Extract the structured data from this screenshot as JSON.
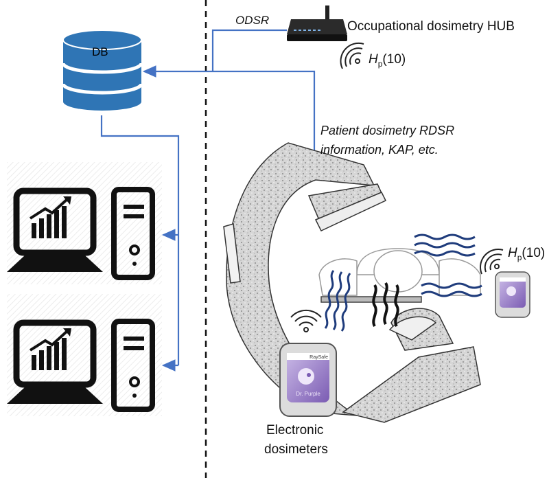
{
  "db": {
    "label": "DB"
  },
  "hub": {
    "label": "Occupational dosimetry HUB"
  },
  "odsr": {
    "label": "ODSR"
  },
  "rdsr": {
    "line1": "Patient dosimetry RDSR",
    "line2": "information, KAP, etc."
  },
  "hp_hub": {
    "h": "H",
    "sub": "p",
    "rest": "(10)"
  },
  "hp_staff": {
    "h": "H",
    "sub": "p",
    "rest": "(10)"
  },
  "dosimeter_label": {
    "line1": "Electronic",
    "line2": "dosimeters"
  },
  "device": {
    "brand": "RaySafe",
    "name": "Dr. Purple"
  },
  "colors": {
    "link": "#4472c4",
    "db": "#2f75b5",
    "wave": "#1f3c7c"
  }
}
